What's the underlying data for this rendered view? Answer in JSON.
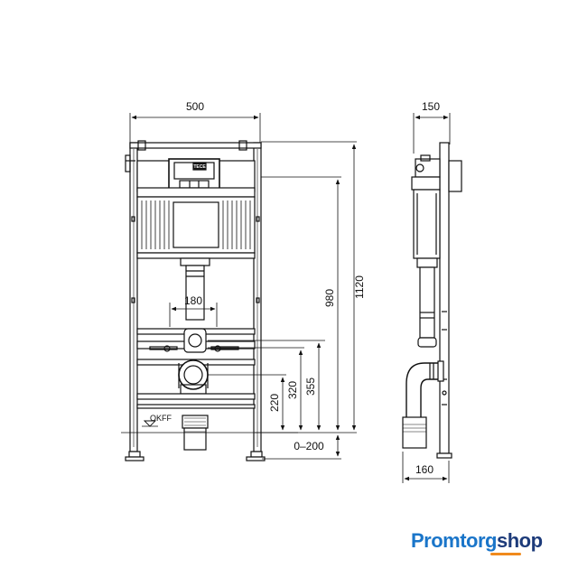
{
  "dimensions": {
    "frame_width": "500",
    "frame_depth": "150",
    "outlet_spacing": "180",
    "total_height": "1120",
    "inlet_height": "980",
    "height_355": "355",
    "height_320": "320",
    "height_220": "220",
    "floor_adjust": "0–200",
    "bottom_depth": "160"
  },
  "labels": {
    "floor_level": "OKFF",
    "cistern_badge": "TECE"
  },
  "brand": {
    "part1": "Promtorg",
    "part2": "shop"
  },
  "colors": {
    "line": "#111111",
    "brand_primary": "#1a75c9",
    "brand_secondary": "#1d3b7a",
    "brand_accent": "#f08a1c"
  }
}
